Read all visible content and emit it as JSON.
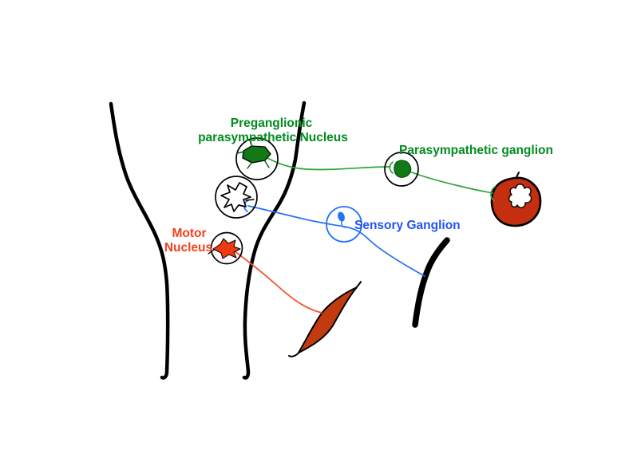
{
  "labels": {
    "preganglionic_nucleus_line1": "Preganglionic",
    "preganglionic_nucleus_line2": "parasympathetic Nucleus",
    "parasympathetic_ganglion": "Parasympathetic ganglion",
    "motor_nucleus_line1": "Motor",
    "motor_nucleus_line2": "Nucleus",
    "sensory_ganglion": "Sensory Ganglion"
  },
  "colors": {
    "green_label": "#008c1f",
    "green_neuron_fill": "#117a17",
    "green_neuron_outline": "#0b5c12",
    "green_axon": "#2fa33c",
    "red_label": "#f2401c",
    "red_neuron_fill": "#ee3a10",
    "red_axon": "#f4512c",
    "muscle_fill": "#c23a10",
    "organ_fill": "#c42f10",
    "blue_label": "#2254f5",
    "blue_axon": "#2472f8",
    "outline": "#000000",
    "background": "#ffffff"
  },
  "elements": [
    "brainstem-outline",
    "preganglionic-parasympathetic-nucleus",
    "sensory-nucleus",
    "motor-nucleus",
    "parasympathetic-ganglion",
    "sensory-ganglion",
    "target-organ",
    "muscle",
    "skin-surface",
    "preganglionic-parasympathetic-axon",
    "postganglionic-parasympathetic-axon",
    "sensory-axon",
    "motor-axon"
  ]
}
